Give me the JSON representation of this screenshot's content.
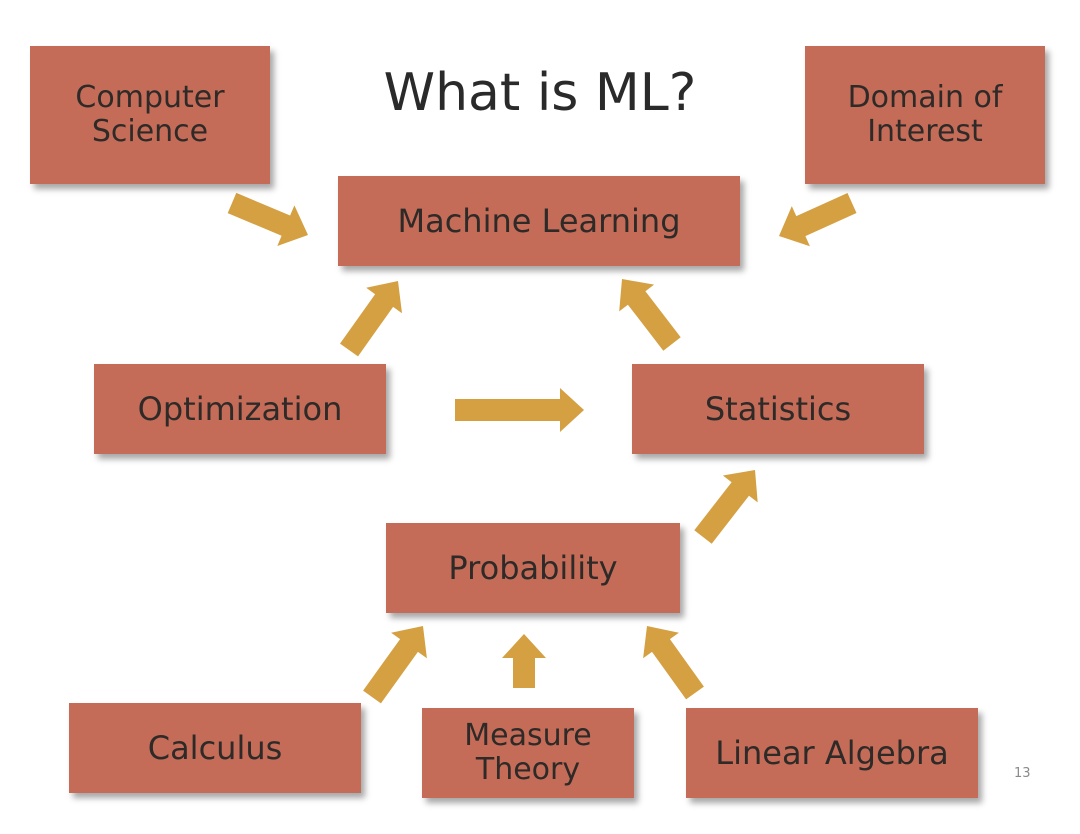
{
  "slide": {
    "title": "What is ML?",
    "page_number": "13"
  },
  "nodes": {
    "computer_science": "Computer\nScience",
    "domain_of_interest": "Domain of\nInterest",
    "machine_learning": "Machine Learning",
    "optimization": "Optimization",
    "statistics": "Statistics",
    "probability": "Probability",
    "calculus": "Calculus",
    "measure_theory": "Measure\nTheory",
    "linear_algebra": "Linear Algebra"
  },
  "edges": [
    {
      "from": "computer_science",
      "to": "machine_learning"
    },
    {
      "from": "domain_of_interest",
      "to": "machine_learning"
    },
    {
      "from": "optimization",
      "to": "machine_learning"
    },
    {
      "from": "statistics",
      "to": "machine_learning"
    },
    {
      "from": "optimization",
      "to": "statistics"
    },
    {
      "from": "probability",
      "to": "statistics"
    },
    {
      "from": "calculus",
      "to": "probability"
    },
    {
      "from": "measure_theory",
      "to": "probability"
    },
    {
      "from": "linear_algebra",
      "to": "probability"
    }
  ],
  "colors": {
    "box": "#c46c58",
    "arrow": "#d4a042",
    "text": "#2e2a28"
  }
}
